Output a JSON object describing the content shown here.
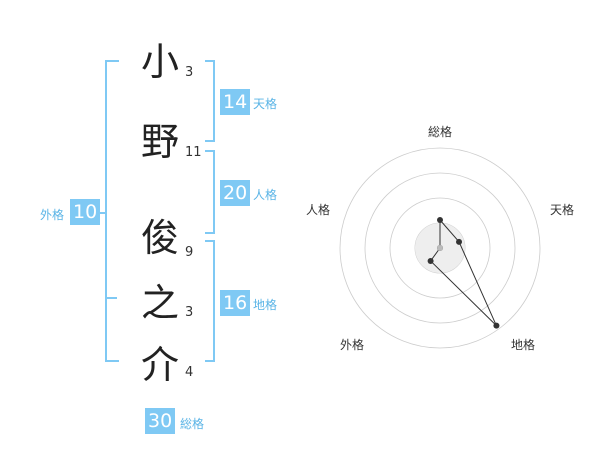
{
  "name": {
    "chars": [
      {
        "char": "小",
        "strokes": "3"
      },
      {
        "char": "野",
        "strokes": "11"
      },
      {
        "char": "俊",
        "strokes": "9"
      },
      {
        "char": "之",
        "strokes": "3"
      },
      {
        "char": "介",
        "strokes": "4"
      }
    ]
  },
  "fortunes": {
    "tenkaku": {
      "value": "14",
      "label": "天格"
    },
    "jinkaku": {
      "value": "20",
      "label": "人格"
    },
    "chikaku": {
      "value": "16",
      "label": "地格"
    },
    "gaikaku": {
      "value": "10",
      "label": "外格"
    },
    "soukaku": {
      "value": "30",
      "label": "総格"
    }
  },
  "chart_data": {
    "type": "radar",
    "axes": [
      "総格",
      "天格",
      "地格",
      "外格",
      "人格"
    ],
    "values": [
      1.4,
      1.0,
      4.8,
      0.8,
      0.0
    ],
    "rmax": 5,
    "rings": 4,
    "colors": {
      "line": "#333333",
      "ring": "#cccccc",
      "fill": "#eeeeee"
    }
  }
}
